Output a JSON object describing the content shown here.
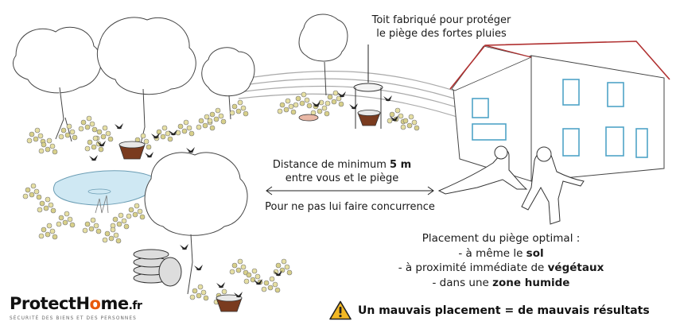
{
  "annotations": {
    "roof": [
      "Toit fabriqué pour protéger",
      "le piège des fortes pluies"
    ],
    "distance_prefix": "Distance de minimum ",
    "distance_value": "5 m",
    "distance_suffix": "entre vous et le piège",
    "compete": "Pour ne pas lui faire concurrence"
  },
  "placement": {
    "title": "Placement du piège optimal :",
    "line1_prefix": "- à même le ",
    "line1_bold": "sol",
    "line2_prefix": "- à proximité immédiate de ",
    "line2_bold": "végétaux",
    "line3_prefix": "- dans une ",
    "line3_bold": "zone humide"
  },
  "warning": {
    "text": "Un mauvais placement = de mauvais résultats",
    "icon": "warning-icon",
    "color": "#f2b824"
  },
  "logo": {
    "part1": "ProtectH",
    "part_o": "o",
    "part2": "me",
    "tld": ".fr",
    "tagline": "SÉCURITÉ DES BIENS ET DES PERSONNES",
    "accent_color": "#e8590c"
  },
  "colors": {
    "roof": "#b03030",
    "windows": "#4fa3c7",
    "water": "#cfe8f3",
    "foliage": "#d8d08a"
  }
}
